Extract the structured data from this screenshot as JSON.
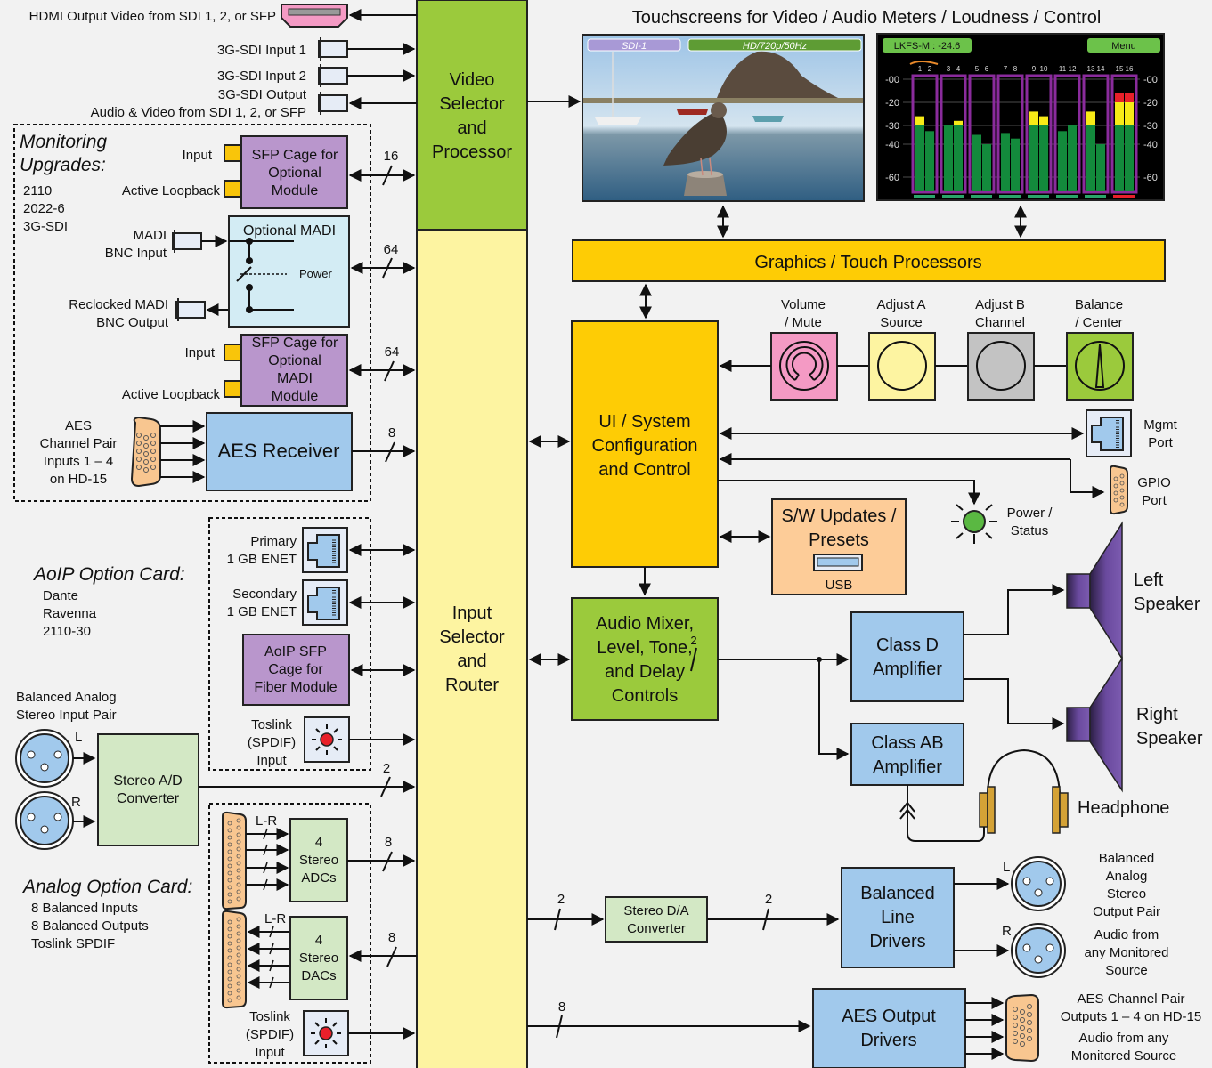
{
  "title": "Touchscreens for Video / Audio Meters / Loudness / Control",
  "video_io": {
    "hdmi": "HDMI Output Video from SDI 1, 2, or SFP",
    "sdi_in1": "3G-SDI Input 1",
    "sdi_in2": "3G-SDI Input 2",
    "sdi_out": "3G-SDI Output",
    "sdi_out_sub": "Audio & Video from SDI 1, 2, or SFP"
  },
  "video_selector": [
    "Video",
    "Selector",
    "and",
    "Processor"
  ],
  "input_selector": [
    "Input",
    "Selector",
    "and",
    "Router"
  ],
  "monitoring": {
    "title_lines": [
      "Monitoring",
      "Upgrades:"
    ],
    "items": [
      "2110",
      "2022-6",
      "3G-SDI"
    ],
    "sfp1": {
      "input": "Input",
      "loopback": "Active Loopback",
      "lines": [
        "SFP Cage for",
        "Optional",
        "Module"
      ],
      "bus": "16"
    },
    "madi": {
      "title": "Optional MADI",
      "power": "Power",
      "in_lines": [
        "MADI",
        "BNC Input"
      ],
      "out_lines": [
        "Reclocked MADI",
        "BNC Output"
      ],
      "bus": "64"
    },
    "sfp2": {
      "input": "Input",
      "loopback": "Active Loopback",
      "lines": [
        "SFP Cage for",
        "Optional",
        "MADI",
        "Module"
      ],
      "bus": "64"
    },
    "aes": {
      "label_lines": [
        "AES",
        "Channel Pair",
        "Inputs 1 – 4",
        "on HD-15"
      ],
      "block": "AES Receiver",
      "bus": "8"
    }
  },
  "aoip": {
    "title": "AoIP Option Card:",
    "items": [
      "Dante",
      "Ravenna",
      "2110-30"
    ],
    "primary": [
      "Primary",
      "1 GB ENET"
    ],
    "secondary": [
      "Secondary",
      "1 GB ENET"
    ],
    "sfp": [
      "AoIP SFP",
      "Cage for",
      "Fiber Module"
    ],
    "toslink": [
      "Toslink",
      "(SPDIF)",
      "Input"
    ]
  },
  "analog_in": {
    "label": [
      "Balanced Analog",
      "Stereo Input Pair"
    ],
    "left": "L",
    "right": "R",
    "converter": [
      "Stereo A/D",
      "Converter"
    ],
    "bus": "2"
  },
  "analog_card": {
    "title": "Analog Option Card:",
    "items": [
      "8 Balanced Inputs",
      "8 Balanced Outputs",
      "Toslink SPDIF"
    ],
    "adcs": [
      "4",
      "Stereo",
      "ADCs"
    ],
    "dacs": [
      "4",
      "Stereo",
      "DACs"
    ],
    "lr": "L-R",
    "bus_adc": "8",
    "bus_dac": "8",
    "toslink": [
      "Toslink",
      "(SPDIF)",
      "Input"
    ]
  },
  "video_screen": {
    "source": "SDI-1",
    "format": "HD/720p/50Hz"
  },
  "meter_screen": {
    "loudness": "LKFS-M : -24.6",
    "menu": "Menu",
    "scale": [
      "-00",
      "-20",
      "-30",
      "-40",
      "-60"
    ],
    "channels": [
      "1",
      "2",
      "3",
      "4",
      "5",
      "6",
      "7",
      "8",
      "9",
      "10",
      "11",
      "12",
      "13",
      "14",
      "15",
      "16"
    ],
    "levels_db": [
      -30,
      -33,
      -30,
      -30,
      -35,
      -40,
      -34,
      -37,
      -30,
      -30,
      -33,
      -30,
      -30,
      -40,
      -30,
      -30
    ],
    "peaks_db": [
      -26,
      null,
      null,
      -28,
      null,
      null,
      null,
      null,
      -24,
      -26,
      null,
      null,
      -24,
      null,
      -20,
      -20
    ],
    "clip_db": [
      null,
      null,
      null,
      null,
      null,
      null,
      null,
      null,
      null,
      null,
      null,
      null,
      null,
      null,
      -12,
      -12
    ],
    "colors": {
      "green": "#138a3c",
      "yellow": "#f7ea16",
      "red": "#e8202a",
      "frame": "#8a2b9c"
    }
  },
  "graphics": "Graphics / Touch Processors",
  "ui_system": [
    "UI / System",
    "Configuration",
    "and Control"
  ],
  "controls": [
    {
      "label": [
        "Volume",
        "/ Mute"
      ],
      "color": "#f49ac4",
      "icon": "volume-knob"
    },
    {
      "label": [
        "Adjust A",
        "Source"
      ],
      "color": "#fdf4a1",
      "icon": "knob"
    },
    {
      "label": [
        "Adjust B",
        "Channel"
      ],
      "color": "#c3c3c3",
      "icon": "knob"
    },
    {
      "label": [
        "Balance",
        "/ Center"
      ],
      "color": "#9bca3c",
      "icon": "balance-knob"
    }
  ],
  "mgmt_port": [
    "Mgmt",
    "Port"
  ],
  "gpio_port": [
    "GPIO",
    "Port"
  ],
  "power_status": [
    "Power /",
    "Status"
  ],
  "sw_updates": {
    "lines": [
      "S/W Updates /",
      "Presets"
    ],
    "usb": "USB"
  },
  "mixer": [
    "Audio Mixer,",
    "Level, Tone,",
    "and Delay",
    "Controls"
  ],
  "mixer_bus": "2",
  "class_d": [
    "Class D",
    "Amplifier"
  ],
  "class_ab": [
    "Class AB",
    "Amplifier"
  ],
  "left_speaker": [
    "Left",
    "Speaker"
  ],
  "right_speaker": [
    "Right",
    "Speaker"
  ],
  "headphone": "Headphone",
  "da": {
    "lines": [
      "Stereo D/A",
      "Converter"
    ],
    "bus_in": "2",
    "bus_out": "2"
  },
  "line_drivers": [
    "Balanced",
    "Line",
    "Drivers"
  ],
  "analog_out": {
    "left": "L",
    "right": "R",
    "label": [
      "Balanced",
      "Analog",
      "Stereo",
      "Output Pair"
    ],
    "sub": [
      "Audio from",
      "any Monitored",
      "Source"
    ]
  },
  "aes_out": {
    "block": [
      "AES Output",
      "Drivers"
    ],
    "bus": "8",
    "label": [
      "AES Channel Pair",
      "Outputs 1 – 4  on HD-15"
    ],
    "sub": [
      "Audio from any",
      "Monitored Source"
    ]
  }
}
